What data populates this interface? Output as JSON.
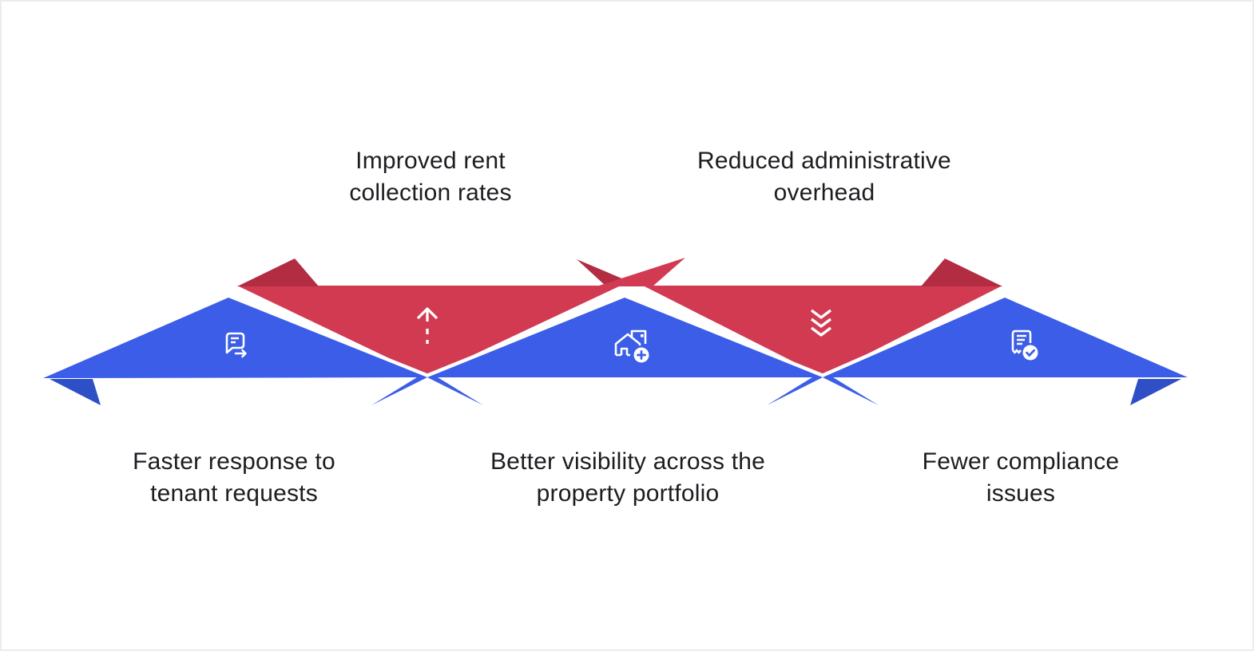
{
  "colors": {
    "background": "#ffffff",
    "border": "#ececec",
    "blue": "#3b5de7",
    "blue_dark": "#2e4fc6",
    "red": "#d23a52",
    "red_dark": "#b22c42",
    "icon": "#ffffff",
    "text": "#1b1d21"
  },
  "benefits": [
    {
      "label": "Faster response to tenant requests",
      "position": "bottom",
      "arrow_color": "blue",
      "icon": "message-forward-icon"
    },
    {
      "label": "Improved rent collection rates",
      "position": "top",
      "arrow_color": "red",
      "icon": "arrow-up-dashed-icon"
    },
    {
      "label": "Better visibility across the property portfolio",
      "position": "bottom",
      "arrow_color": "blue",
      "icon": "house-add-icon"
    },
    {
      "label": "Reduced administrative overhead",
      "position": "top",
      "arrow_color": "red",
      "icon": "chevrons-down-icon"
    },
    {
      "label": "Fewer compliance issues",
      "position": "bottom",
      "arrow_color": "blue",
      "icon": "document-check-icon"
    }
  ]
}
